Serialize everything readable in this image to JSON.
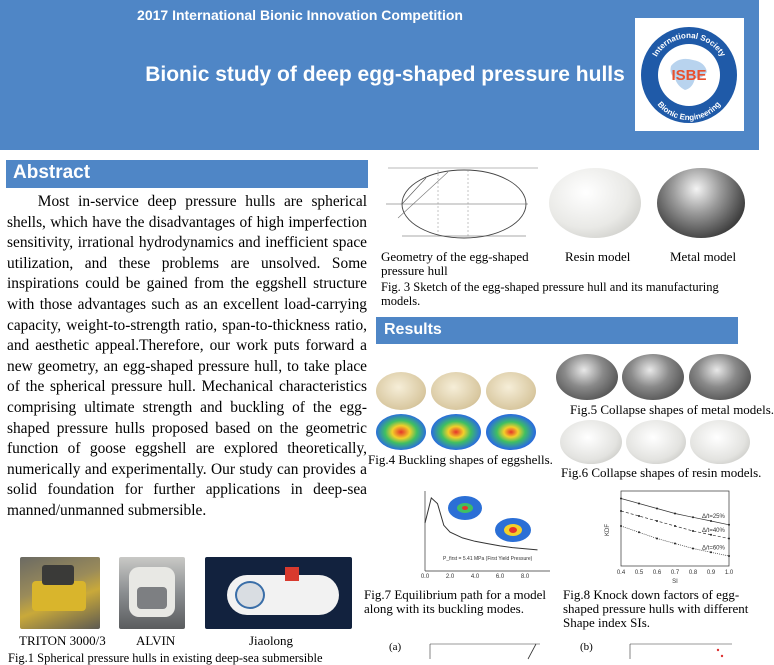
{
  "header": {
    "competition": "2017 International Bionic Innovation Competition",
    "title": "Bionic study of deep egg-shaped pressure hulls",
    "logo": {
      "ring_text_top": "International Society",
      "ring_text_bottom": "Bionic Engineering",
      "center_text": "ISBE",
      "ring_color": "#1f5aa8",
      "center_color": "#e8502f"
    }
  },
  "abstract": {
    "heading": "Abstract",
    "body": "Most in-service deep pressure hulls are spherical shells, which have the disadvantages of high imperfection sensitivity, irrational hydrodynamics and inefficient space utilization, and these problems are unsolved. Some inspirations could be gained from the eggshell structure with those advantages such as an excellent load-carrying capacity, weight-to-strength ratio, span-to-thickness ratio, and aesthetic appeal.Therefore, our work puts forward a new geometry, an egg-shaped pressure hull, to take place of the spherical pressure hull. Mechanical characteristics comprising ultimate strength and buckling of  the egg-shaped pressure hulls proposed based on the geometric function of goose eggshell are explored theoretically, numerically and experimentally. Our study can provides a solid foundation for further applications in deep-sea manned/unmanned submersible."
  },
  "fig1": {
    "labels": [
      "TRITON 3000/3",
      "ALVIN",
      "Jiaolong"
    ],
    "caption": "Fig.1 Spherical pressure hulls in existing deep-sea submersible"
  },
  "fig3": {
    "geometry_label": "Geometry of the egg-shaped pressure hull",
    "resin_label": "Resin model",
    "metal_label": "Metal model",
    "caption": "Fig. 3 Sketch of the egg-shaped pressure hull and its manufacturing models."
  },
  "results": {
    "heading": "Results",
    "fig4_caption": "Fig.4 Buckling shapes of eggshells.",
    "fig5_caption": "Fig.5 Collapse shapes of metal models.",
    "fig6_caption": "Fig.6 Collapse shapes of resin models.",
    "fig7_caption": "Fig.7 Equilibrium path for a model along with its buckling modes.",
    "fig8_caption": "Fig.8 Knock down factors of egg-shaped pressure hulls with different Shape index SIs.",
    "panel_a": "(a)",
    "panel_b": "(b)"
  },
  "chart_data": [
    {
      "type": "line",
      "title": "",
      "xlabel": "",
      "ylabel": "",
      "xlim": [
        0,
        10
      ],
      "ylim": [
        0,
        7
      ],
      "x_ticks": [
        "0.0",
        "2.0",
        "4.0",
        "6.0",
        "8.0"
      ],
      "annotation": "P_first = 5.41 MPa (First Yield Pressure)",
      "series": [
        {
          "x": [
            0.0,
            0.5,
            1.0,
            1.5,
            2.0,
            3.0,
            4.0,
            5.0,
            6.0,
            7.0,
            8.0,
            9.0
          ],
          "values": [
            4.2,
            6.4,
            5.9,
            4.0,
            3.4,
            2.9,
            2.6,
            2.4,
            2.2,
            2.05,
            1.95,
            1.85
          ]
        }
      ]
    },
    {
      "type": "scatter",
      "title": "",
      "xlabel": "SI",
      "ylabel": "KDF",
      "xlim": [
        0.4,
        1.0
      ],
      "ylim": [
        0.3,
        0.9
      ],
      "x_ticks": [
        "0.4",
        "0.5",
        "0.6",
        "0.7",
        "0.8",
        "0.9",
        "1.0"
      ],
      "series": [
        {
          "name": "Δ/t=25%",
          "x": [
            0.4,
            0.5,
            0.6,
            0.7,
            0.8,
            0.9,
            1.0
          ],
          "values": [
            0.84,
            0.8,
            0.76,
            0.72,
            0.69,
            0.66,
            0.63
          ]
        },
        {
          "name": "Δ/t=40%",
          "x": [
            0.4,
            0.5,
            0.6,
            0.7,
            0.8,
            0.9,
            1.0
          ],
          "values": [
            0.74,
            0.7,
            0.66,
            0.62,
            0.58,
            0.55,
            0.52
          ]
        },
        {
          "name": "Δ/t=60%",
          "x": [
            0.4,
            0.5,
            0.6,
            0.7,
            0.8,
            0.9,
            1.0
          ],
          "values": [
            0.62,
            0.57,
            0.52,
            0.48,
            0.44,
            0.41,
            0.38
          ]
        }
      ]
    }
  ]
}
